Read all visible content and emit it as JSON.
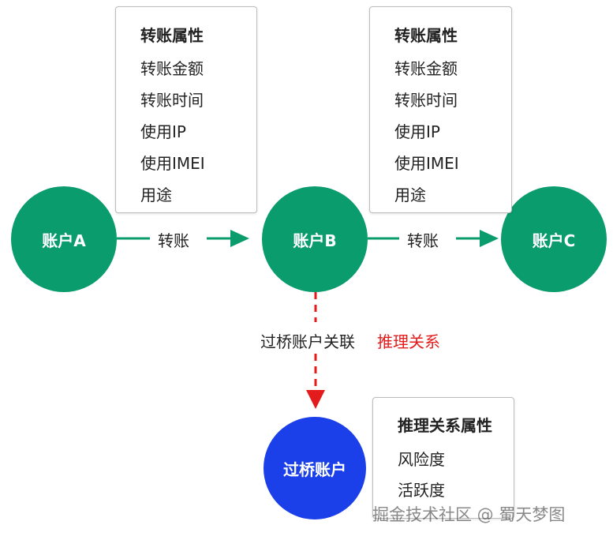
{
  "nodes": {
    "a": "账户A",
    "b": "账户B",
    "c": "账户C",
    "bridge": "过桥账户"
  },
  "edges": {
    "ab_label": "转账",
    "bc_label": "转账",
    "bridge_label": "过桥账户关联",
    "bridge_tag": "推理关系"
  },
  "panels": {
    "left": {
      "title": "转账属性",
      "items": [
        "转账金额",
        "转账时间",
        "使用IP",
        "使用IMEI",
        "用途"
      ]
    },
    "right": {
      "title": "转账属性",
      "items": [
        "转账金额",
        "转账时间",
        "使用IP",
        "使用IMEI",
        "用途"
      ]
    },
    "bridge": {
      "title": "推理关系属性",
      "items": [
        "风险度",
        "活跃度"
      ]
    }
  },
  "watermark": "掘金技术社区 @ 蜀天梦图",
  "colors": {
    "green": "#0a9c6c",
    "blue": "#1b3fe8",
    "red": "#e41b1b"
  }
}
